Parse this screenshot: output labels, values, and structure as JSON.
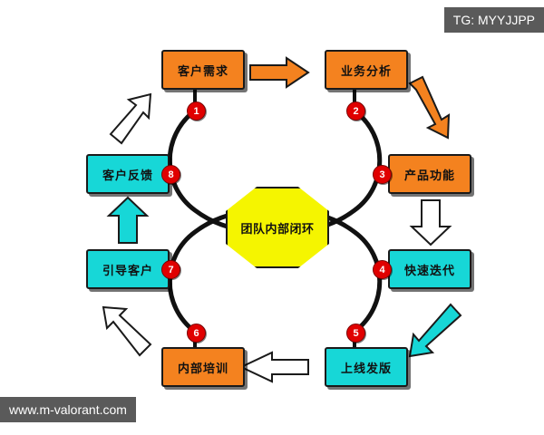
{
  "watermarks": {
    "top_right": "TG: MYYJJPP",
    "bottom_left": "www.m-valorant.com"
  },
  "diagram": {
    "center": {
      "label": "团队内部闭环",
      "shape": "octagon",
      "color": "#f5f500"
    },
    "colors": {
      "orange": "#f4821f",
      "cyan": "#17d7d7",
      "yellow": "#f5f500",
      "badge_red": "#e00000",
      "outline": "#1a1a1a",
      "white_arrow": "#ffffff"
    },
    "nodes": [
      {
        "id": "customer-needs",
        "label": "客户需求",
        "color": "orange",
        "badge": "1"
      },
      {
        "id": "business-analysis",
        "label": "业务分析",
        "color": "orange",
        "badge": "2"
      },
      {
        "id": "product-feature",
        "label": "产品功能",
        "color": "orange",
        "badge": "3"
      },
      {
        "id": "fast-iteration",
        "label": "快速迭代",
        "color": "cyan",
        "badge": "4"
      },
      {
        "id": "release",
        "label": "上线发版",
        "color": "cyan",
        "badge": "5"
      },
      {
        "id": "internal-training",
        "label": "内部培训",
        "color": "orange",
        "badge": "6"
      },
      {
        "id": "guide-customer",
        "label": "引导客户",
        "color": "cyan",
        "badge": "7"
      },
      {
        "id": "customer-feedback",
        "label": "客户反馈",
        "color": "cyan",
        "badge": "8"
      }
    ],
    "badges": {
      "b1": "1",
      "b2": "2",
      "b3": "3",
      "b4": "4",
      "b5": "5",
      "b6": "6",
      "b7": "7",
      "b8": "8"
    },
    "arrows": [
      {
        "id": "needs-to-analysis",
        "direction": "right",
        "color": "orange"
      },
      {
        "id": "analysis-to-feature",
        "direction": "down-right",
        "color": "orange"
      },
      {
        "id": "feature-to-iteration",
        "direction": "down",
        "color": "white"
      },
      {
        "id": "iteration-to-release",
        "direction": "down-left",
        "color": "cyan"
      },
      {
        "id": "release-to-training",
        "direction": "left",
        "color": "white"
      },
      {
        "id": "training-to-guide",
        "direction": "up-left",
        "color": "white"
      },
      {
        "id": "guide-to-feedback",
        "direction": "up",
        "color": "cyan"
      },
      {
        "id": "feedback-to-needs",
        "direction": "up-right",
        "color": "white"
      }
    ]
  }
}
